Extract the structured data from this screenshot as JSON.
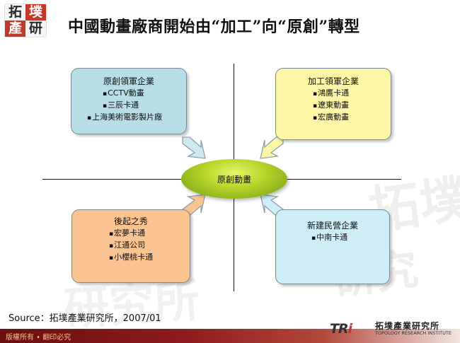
{
  "logo": {
    "chars": [
      "拓",
      "墣",
      "產",
      "研"
    ]
  },
  "title": "中國動畫廠商開始由“加工”向“原創”轉型",
  "center": {
    "label": "原創動畫"
  },
  "quadrants": {
    "top_left": {
      "title": "原創領軍企業",
      "items": [
        "CCTV動畫",
        "三辰卡通",
        "上海美術電影製片廠"
      ],
      "color": "#b7dde6"
    },
    "top_right": {
      "title": "加工領軍企業",
      "items": [
        "鴻鷹卡通",
        "遼東動畫",
        "宏廣動畫"
      ],
      "color": "#fdf6a6"
    },
    "bottom_left": {
      "title": "後起之秀",
      "items": [
        "宏夢卡通",
        "江通公司",
        "小櫻桃卡通"
      ],
      "color": "#f9c48f"
    },
    "bottom_right": {
      "title": "新建民營企業",
      "items": [
        "中南卡通"
      ],
      "color": "#cdeef6"
    }
  },
  "colors": {
    "center": "#a8c61f",
    "arrow_fill": "#cfe9f1",
    "arrow_stroke": "#8fa0aa",
    "footer": "#8e1b1b"
  },
  "source": "Source：拓墣產業研究所，2007/01",
  "footer": {
    "copyright": "版權所有 • 翻印必究"
  },
  "brand": {
    "mark_a": "TR",
    "mark_b": "i",
    "name_cn": "拓墣產業研究所",
    "name_en": "TOPOLOGY RESEARCH INSTITUTE"
  }
}
